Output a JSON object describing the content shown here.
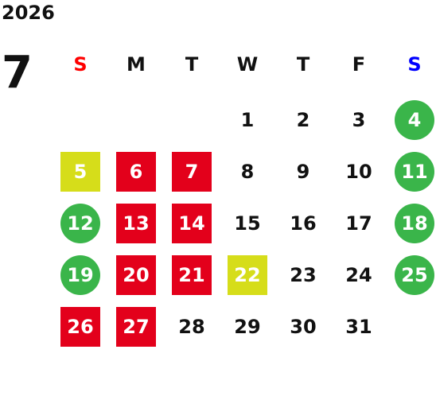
{
  "calendar": {
    "year": "2026",
    "month": "7",
    "colors": {
      "sunday_header": "#ff0000",
      "saturday_header": "#0000ff",
      "red": "#e3001b",
      "yellow": "#d6dd1a",
      "green": "#3ab54a",
      "text": "#111111"
    },
    "weekdays": [
      "S",
      "M",
      "T",
      "W",
      "T",
      "F",
      "S"
    ],
    "weeks": [
      [
        {
          "day": ""
        },
        {
          "day": ""
        },
        {
          "day": ""
        },
        {
          "day": "1"
        },
        {
          "day": "2"
        },
        {
          "day": "3"
        },
        {
          "day": "4",
          "style": "green"
        }
      ],
      [
        {
          "day": "5",
          "style": "yellow"
        },
        {
          "day": "6",
          "style": "red"
        },
        {
          "day": "7",
          "style": "red"
        },
        {
          "day": "8"
        },
        {
          "day": "9"
        },
        {
          "day": "10"
        },
        {
          "day": "11",
          "style": "green"
        }
      ],
      [
        {
          "day": "12",
          "style": "green"
        },
        {
          "day": "13",
          "style": "red"
        },
        {
          "day": "14",
          "style": "red"
        },
        {
          "day": "15"
        },
        {
          "day": "16"
        },
        {
          "day": "17"
        },
        {
          "day": "18",
          "style": "green"
        }
      ],
      [
        {
          "day": "19",
          "style": "green"
        },
        {
          "day": "20",
          "style": "red"
        },
        {
          "day": "21",
          "style": "red"
        },
        {
          "day": "22",
          "style": "yellow"
        },
        {
          "day": "23"
        },
        {
          "day": "24"
        },
        {
          "day": "25",
          "style": "green"
        }
      ],
      [
        {
          "day": "26",
          "style": "red"
        },
        {
          "day": "27",
          "style": "red"
        },
        {
          "day": "28"
        },
        {
          "day": "29"
        },
        {
          "day": "30"
        },
        {
          "day": "31"
        },
        {
          "day": ""
        }
      ]
    ]
  }
}
